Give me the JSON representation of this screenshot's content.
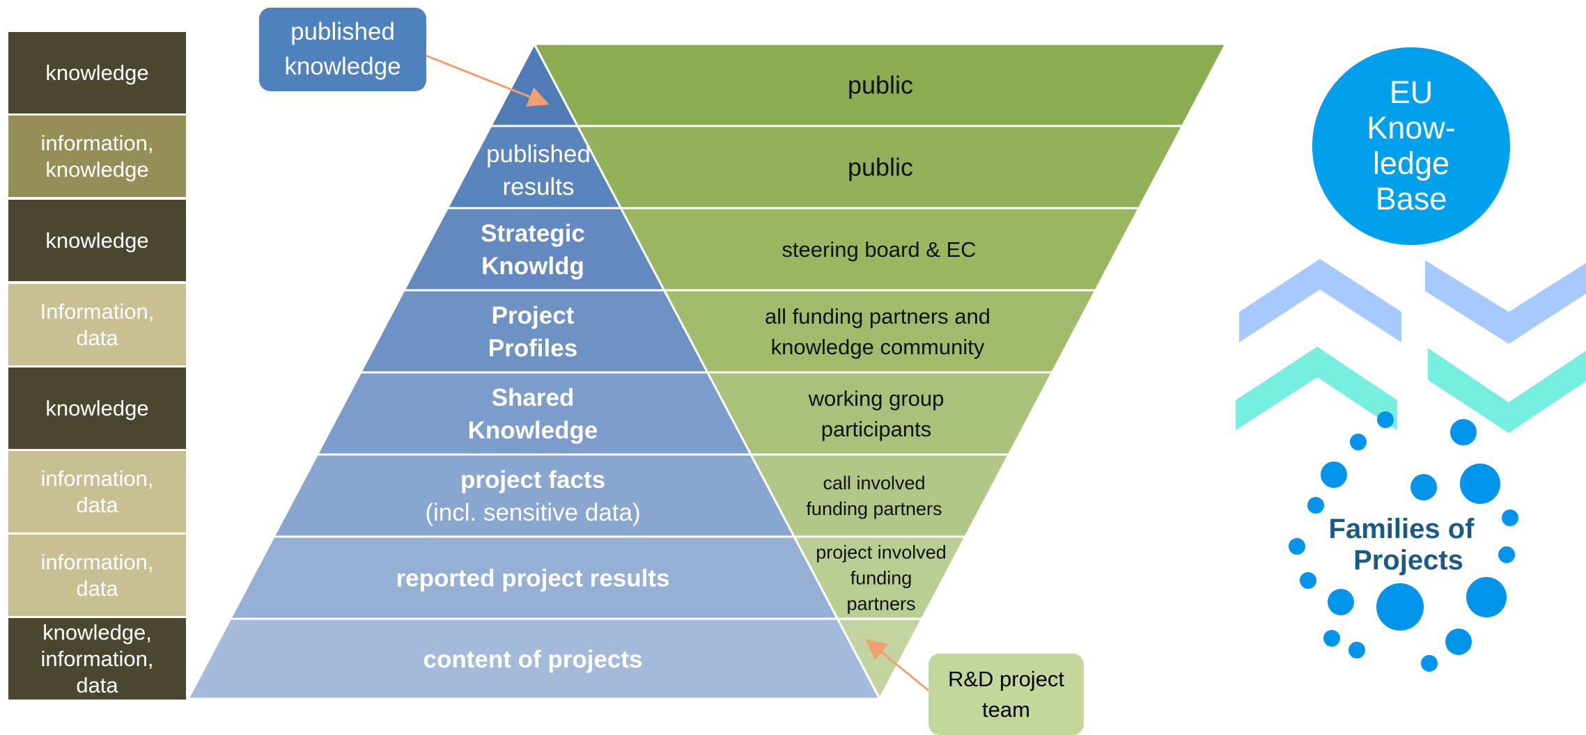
{
  "left_column": [
    {
      "label": "knowledge",
      "color": "#4a4630"
    },
    {
      "label": "information,\nknowledge",
      "color": "#958f57"
    },
    {
      "label": "knowledge",
      "color": "#4a4630"
    },
    {
      "label": "Information,\ndata",
      "color": "#c8bf92"
    },
    {
      "label": "knowledge",
      "color": "#4a4630"
    },
    {
      "label": "information,\ndata",
      "color": "#c8bf92"
    },
    {
      "label": "information,\ndata",
      "color": "#c8bf92"
    },
    {
      "label": "knowledge,\ninformation,\ndata",
      "color": "#4a4630"
    }
  ],
  "pyramid": {
    "levels": [
      {
        "lines": [
          ""
        ],
        "bold": false
      },
      {
        "lines": [
          "published",
          "results"
        ],
        "bold": false
      },
      {
        "lines": [
          "Strategic",
          "Knowldg"
        ],
        "bold": true
      },
      {
        "lines": [
          "Project",
          "Profiles"
        ],
        "bold": true
      },
      {
        "lines": [
          "Shared",
          "Knowledge"
        ],
        "bold": true
      },
      {
        "lines": [
          "project facts",
          "(incl. sensitive data)"
        ],
        "bold": true,
        "second_line_normal": true
      },
      {
        "lines": [
          "reported project results"
        ],
        "bold": true
      },
      {
        "lines": [
          "content of projects"
        ],
        "bold": true
      }
    ],
    "colors": [
      "#4f7bb6",
      "#5a84bc",
      "#6489c0",
      "#6f92c5",
      "#7c9ccb",
      "#89a6d0",
      "#96b0d5",
      "#a3badb"
    ]
  },
  "audience": {
    "levels": [
      {
        "lines": [
          "public"
        ],
        "size": "large"
      },
      {
        "lines": [
          "public"
        ],
        "size": "large"
      },
      {
        "lines": [
          "steering board  & EC"
        ],
        "size": "medium"
      },
      {
        "lines": [
          "all funding partners and",
          "knowledge community"
        ],
        "size": "medium"
      },
      {
        "lines": [
          "working group",
          "participants"
        ],
        "size": "medium"
      },
      {
        "lines": [
          "call involved",
          "funding partners"
        ],
        "size": "small"
      },
      {
        "lines": [
          "project involved",
          "funding",
          "partners"
        ],
        "size": "small"
      },
      {
        "lines": [
          ""
        ],
        "size": "small"
      }
    ],
    "colors": [
      "#8cac52",
      "#93b15a",
      "#9ab661",
      "#a1ba6b",
      "#a9c17a",
      "#b2c787",
      "#bacd92",
      "#c4d4a0"
    ]
  },
  "callouts": {
    "published_knowledge": {
      "label": "published\nknowledge",
      "color": "#4f81bd"
    },
    "rd_team": {
      "label": "R&D project\nteam",
      "color": "#c4d79b"
    }
  },
  "eu_base": {
    "label": "EU\nKnow-\nledge\nBase",
    "color": "#00a0ec"
  },
  "families": {
    "line1": "Families of",
    "line2": "Projects",
    "text_color": "#1a5b86",
    "dot_color": "#0094ea"
  },
  "chevrons": {
    "light_blue": "#a6c9ff",
    "mint": "#76efe0"
  },
  "arrow_color": "#f0a070"
}
